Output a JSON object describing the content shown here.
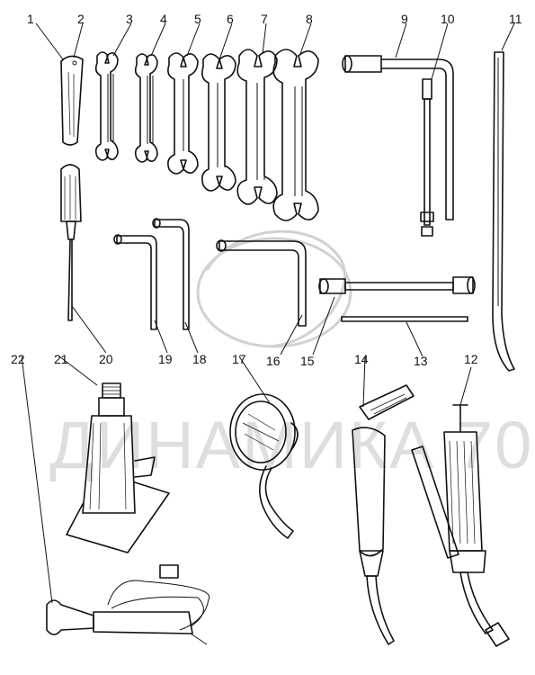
{
  "watermark": "ДИНАМИКА 70",
  "callouts": {
    "n1": "1",
    "n2": "2",
    "n3": "3",
    "n4": "4",
    "n5": "5",
    "n6": "6",
    "n7": "7",
    "n8": "8",
    "n9": "9",
    "n10": "10",
    "n11": "11",
    "n12": "12",
    "n13": "13",
    "n14": "14",
    "n15": "15",
    "n16": "16",
    "n17": "17",
    "n18": "18",
    "n19": "19",
    "n20": "20",
    "n21": "21",
    "n22": "22"
  }
}
